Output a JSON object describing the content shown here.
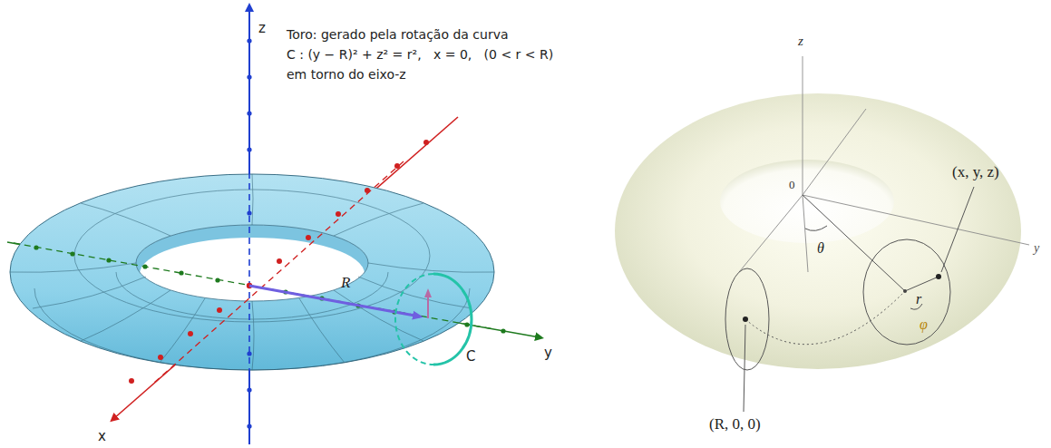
{
  "diagram": {
    "labels": [
      "z",
      "Toro: gerado pela rotação da curva",
      "C : (y − R)² + z² = r²,   x = 0,   (0 < r < R)",
      "em torno do eixo-z",
      "R",
      "C",
      "y",
      "x",
      "z",
      "0",
      "θ",
      "(x, y, z)",
      "r",
      "φ",
      "(R, 0, 0)",
      "y"
    ]
  }
}
